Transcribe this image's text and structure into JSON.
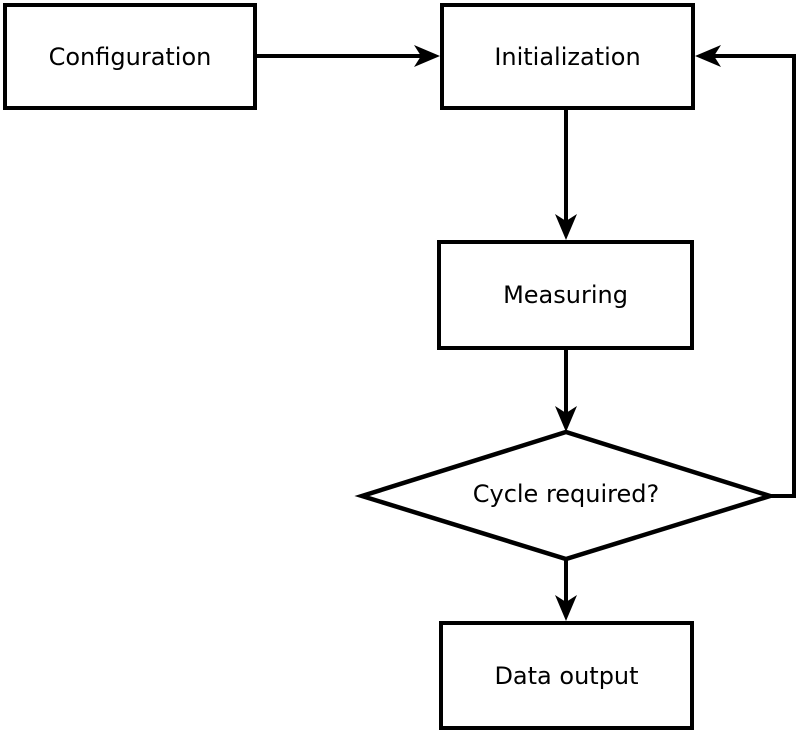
{
  "diagram": {
    "type": "flowchart",
    "nodes": [
      {
        "id": "configuration",
        "label": "Configuration",
        "shape": "rect"
      },
      {
        "id": "initialization",
        "label": "Initialization",
        "shape": "rect"
      },
      {
        "id": "measuring",
        "label": "Measuring",
        "shape": "rect"
      },
      {
        "id": "cycle-required",
        "label": "Cycle required?",
        "shape": "diamond"
      },
      {
        "id": "data-output",
        "label": "Data output",
        "shape": "rect"
      }
    ],
    "edges": [
      {
        "from": "configuration",
        "to": "initialization",
        "style": "arrow"
      },
      {
        "from": "initialization",
        "to": "measuring",
        "style": "arrow"
      },
      {
        "from": "measuring",
        "to": "cycle-required",
        "style": "arrow"
      },
      {
        "from": "cycle-required",
        "to": "data-output",
        "style": "arrow"
      },
      {
        "from": "cycle-required",
        "to": "initialization",
        "style": "arrow",
        "route": "loop-back-right"
      }
    ]
  },
  "colors": {
    "background": "#ffffff",
    "stroke": "#000000",
    "node_fill": "#ffffff",
    "text": "#000000"
  }
}
